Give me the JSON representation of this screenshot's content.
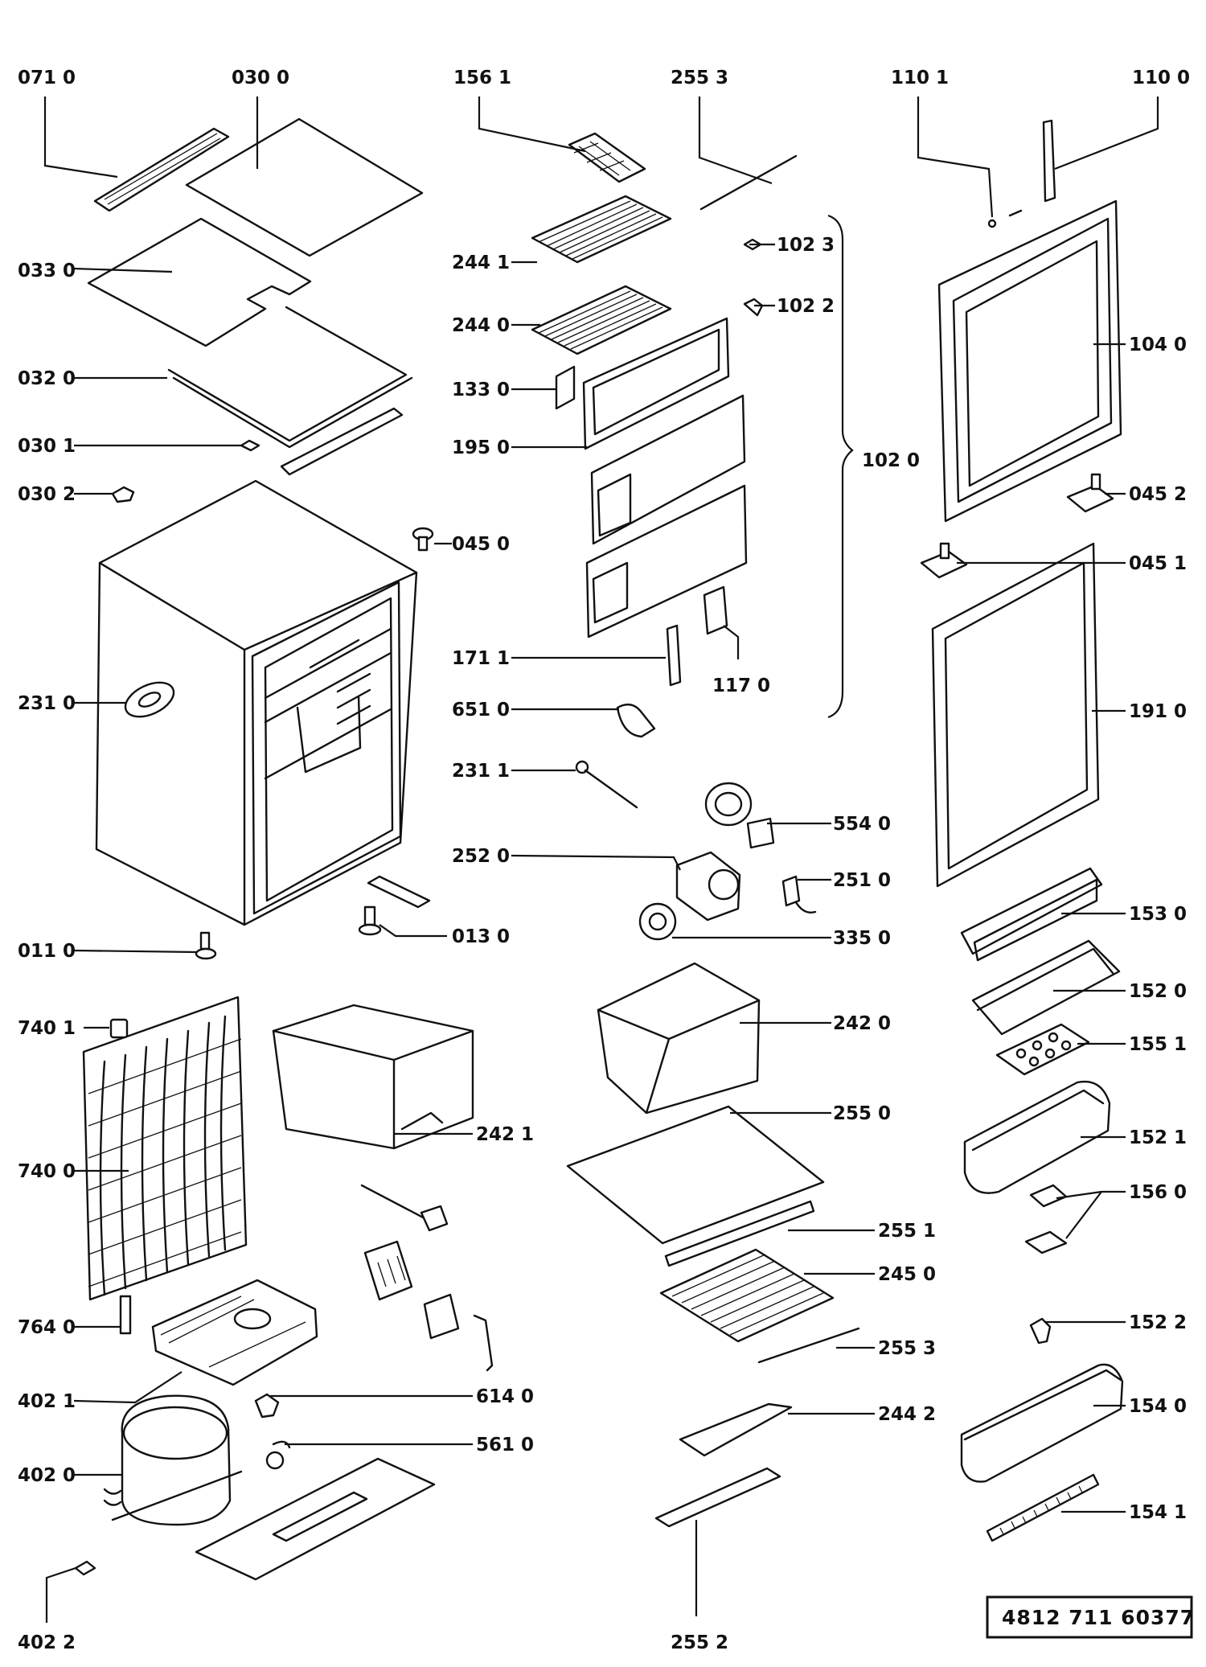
{
  "callouts": [
    {
      "id": "0710",
      "text": "071 0"
    },
    {
      "id": "0300",
      "text": "030 0"
    },
    {
      "id": "0330",
      "text": "033 0"
    },
    {
      "id": "0320",
      "text": "032 0"
    },
    {
      "id": "0301",
      "text": "030 1"
    },
    {
      "id": "0302",
      "text": "030 2"
    },
    {
      "id": "2310",
      "text": "231 0"
    },
    {
      "id": "0110",
      "text": "011 0"
    },
    {
      "id": "7401",
      "text": "740 1"
    },
    {
      "id": "7400",
      "text": "740 0"
    },
    {
      "id": "7640",
      "text": "764 0"
    },
    {
      "id": "4021",
      "text": "402 1"
    },
    {
      "id": "4020",
      "text": "402 0"
    },
    {
      "id": "4022",
      "text": "402 2"
    },
    {
      "id": "1561",
      "text": "156 1"
    },
    {
      "id": "2553a",
      "text": "255 3"
    },
    {
      "id": "2441",
      "text": "244 1"
    },
    {
      "id": "2440",
      "text": "244 0"
    },
    {
      "id": "1330",
      "text": "133 0"
    },
    {
      "id": "1950",
      "text": "195 0"
    },
    {
      "id": "0450",
      "text": "045 0"
    },
    {
      "id": "1711",
      "text": "171 1"
    },
    {
      "id": "1170",
      "text": "117 0"
    },
    {
      "id": "6510",
      "text": "651 0"
    },
    {
      "id": "2311",
      "text": "231 1"
    },
    {
      "id": "2520",
      "text": "252 0"
    },
    {
      "id": "0130",
      "text": "013 0"
    },
    {
      "id": "1023",
      "text": "102 3"
    },
    {
      "id": "1022",
      "text": "102 2"
    },
    {
      "id": "1020",
      "text": "102 0"
    },
    {
      "id": "5540",
      "text": "554 0"
    },
    {
      "id": "2510",
      "text": "251 0"
    },
    {
      "id": "3350",
      "text": "335 0"
    },
    {
      "id": "2420",
      "text": "242 0"
    },
    {
      "id": "2421",
      "text": "242 1"
    },
    {
      "id": "2550",
      "text": "255 0"
    },
    {
      "id": "2551",
      "text": "255 1"
    },
    {
      "id": "2450",
      "text": "245 0"
    },
    {
      "id": "2553b",
      "text": "255 3"
    },
    {
      "id": "2442",
      "text": "244 2"
    },
    {
      "id": "6140",
      "text": "614 0"
    },
    {
      "id": "5610",
      "text": "561 0"
    },
    {
      "id": "2552",
      "text": "255 2"
    },
    {
      "id": "1101",
      "text": "110 1"
    },
    {
      "id": "1100",
      "text": "110 0"
    },
    {
      "id": "1040",
      "text": "104 0"
    },
    {
      "id": "0452",
      "text": "045 2"
    },
    {
      "id": "0451",
      "text": "045 1"
    },
    {
      "id": "1910",
      "text": "191 0"
    },
    {
      "id": "1530",
      "text": "153 0"
    },
    {
      "id": "1520",
      "text": "152 0"
    },
    {
      "id": "1551",
      "text": "155 1"
    },
    {
      "id": "1521",
      "text": "152 1"
    },
    {
      "id": "1560",
      "text": "156 0"
    },
    {
      "id": "1522",
      "text": "152 2"
    },
    {
      "id": "1540",
      "text": "154 0"
    },
    {
      "id": "1541",
      "text": "154 1"
    }
  ],
  "drawing_code": "4812 711 60377",
  "colors": {
    "ink": "#111111",
    "paper": "#ffffff"
  }
}
